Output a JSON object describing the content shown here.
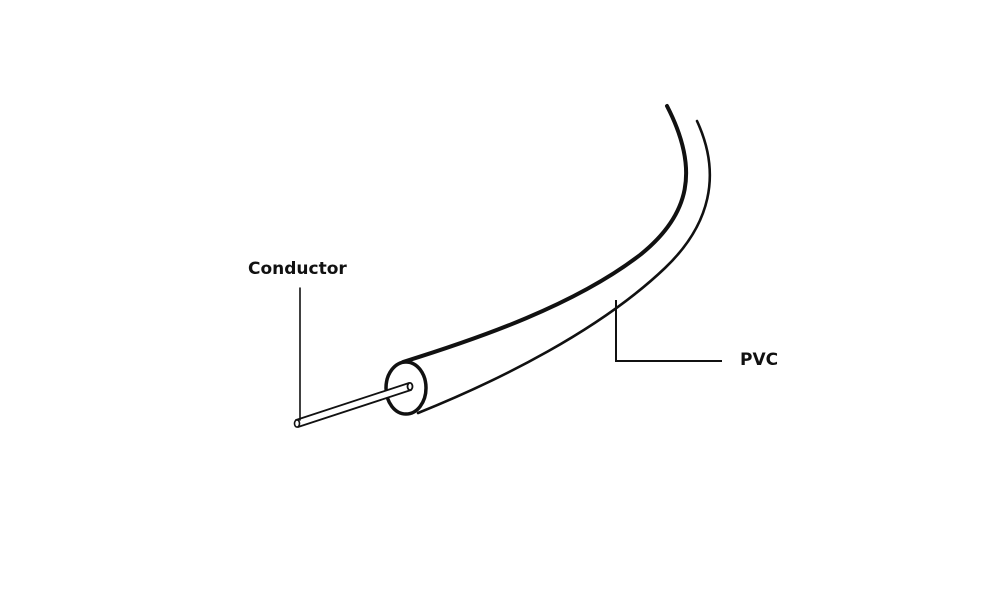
{
  "diagram": {
    "subject": "PVC-insulated single-conductor cable",
    "labels": {
      "conductor": "Conductor",
      "pvc": "PVC"
    },
    "colors": {
      "background": "#ffffff",
      "stroke": "#111111"
    }
  }
}
